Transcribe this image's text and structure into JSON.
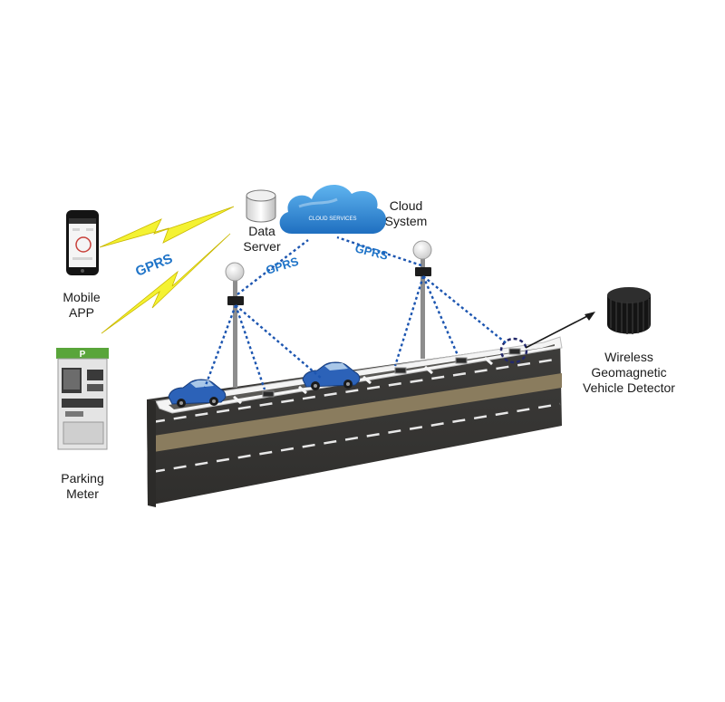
{
  "labels": {
    "mobile_app": [
      "Mobile",
      "APP"
    ],
    "data_server": [
      "Data",
      "Server"
    ],
    "cloud_system": [
      "Cloud",
      "System"
    ],
    "cloud_services": "CLOUD SERVICES",
    "gprs": "GPRS",
    "wireless_detector": [
      "Wireless",
      "Geomagnetic",
      "Vehicle Detector"
    ],
    "parking_meter": [
      "Parking",
      "Meter"
    ],
    "meter_sign": "P"
  },
  "colors": {
    "gprs_text": "#1f74c8",
    "lightning": "#f2f030",
    "signal_dots": "#1c55b0",
    "road": "#3b3a38",
    "road_stripe": "#8a7c5e",
    "cloud": "#2d86d4",
    "car": "#2c62b8",
    "meter_sign": "#59a53a"
  },
  "icons": [
    "smartphone-icon",
    "database-icon",
    "cloud-icon",
    "lamp-post-icon",
    "car-icon",
    "sensor-icon",
    "parking-meter-icon"
  ]
}
